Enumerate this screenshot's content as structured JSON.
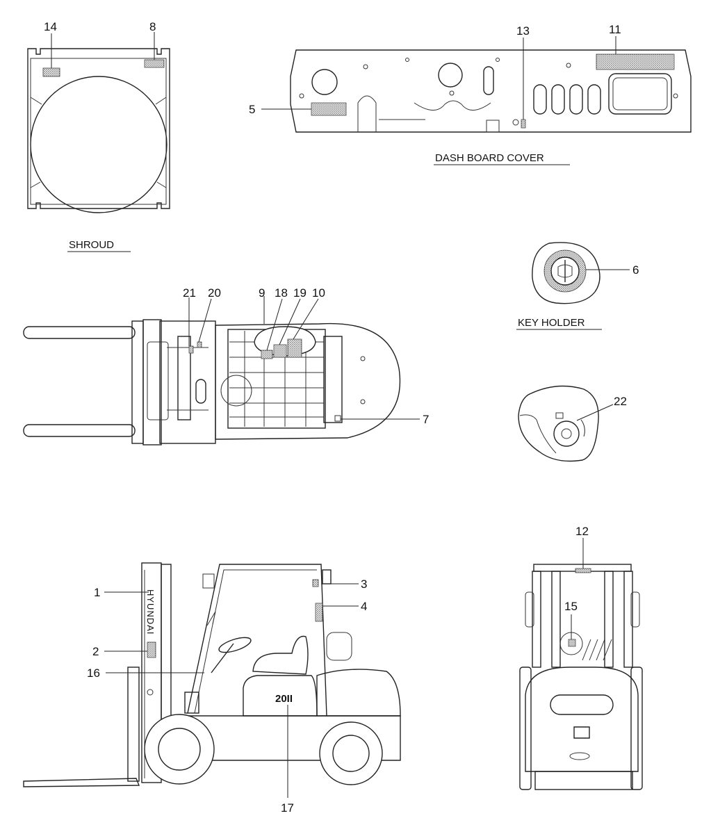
{
  "views": {
    "shroud": "SHROUD",
    "dash_board_cover": "DASH BOARD COVER",
    "key_holder": "KEY HOLDER"
  },
  "callouts": {
    "c1": "1",
    "c2": "2",
    "c3": "3",
    "c4": "4",
    "c5": "5",
    "c6": "6",
    "c7": "7",
    "c8": "8",
    "c9": "9",
    "c10": "10",
    "c11": "11",
    "c12": "12",
    "c13": "13",
    "c14": "14",
    "c15": "15",
    "c16": "16",
    "c17": "17",
    "c18": "18",
    "c19": "19",
    "c20": "20",
    "c21": "21",
    "c22": "22"
  },
  "decals": {
    "brand": "HYUNDAI",
    "model": "20II"
  }
}
